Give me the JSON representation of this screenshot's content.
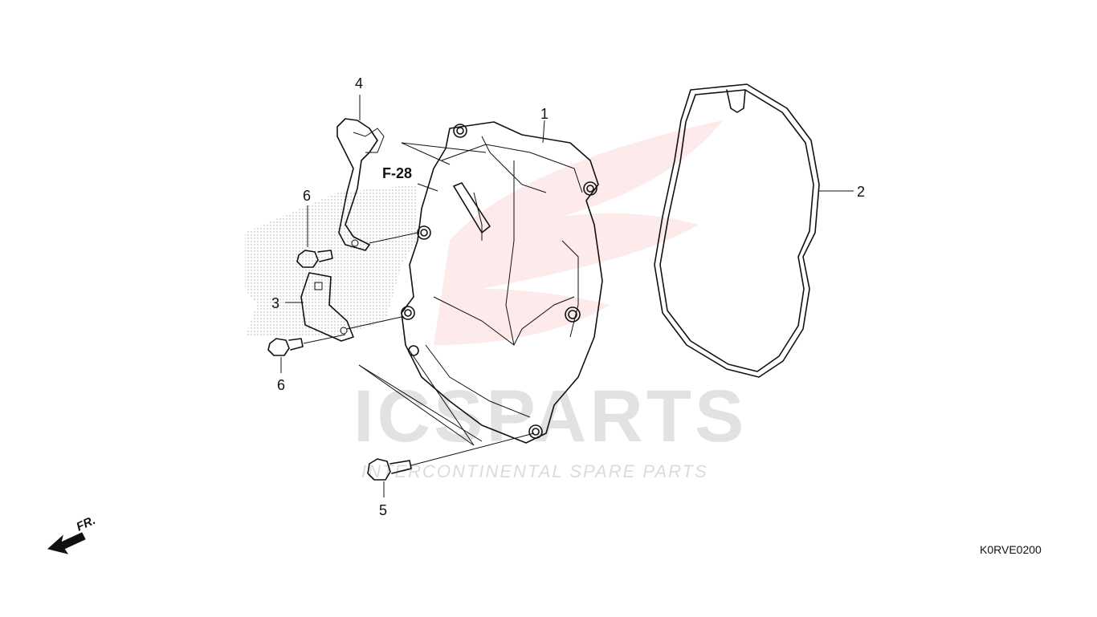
{
  "callouts": {
    "c1": "1",
    "c2": "2",
    "c3": "3",
    "c4": "4",
    "c5": "5",
    "c6a": "6",
    "c6b": "6"
  },
  "reference": "F-28",
  "diagram_code": "K0RVE0200",
  "front_indicator": "FR.",
  "watermark": {
    "brand": "ICSPARTS",
    "tagline": "INTERCONTINENTAL SPARE PARTS",
    "accent_color": "#e53935"
  }
}
